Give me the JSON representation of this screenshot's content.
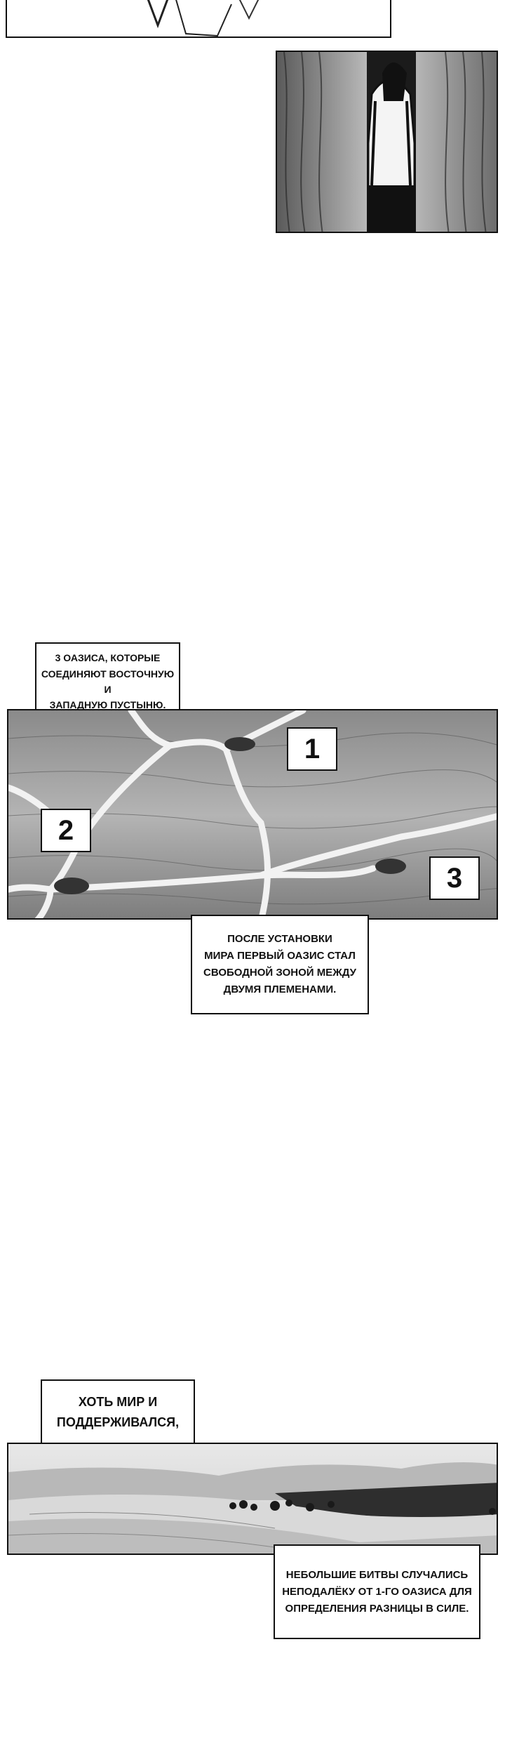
{
  "captions": {
    "oases_intro": "3 ОАЗИСА, КОТОРЫЕ\nСОЕДИНЯЮТ ВОСТОЧНУЮ И\nЗАПАДНУЮ ПУСТЫНЮ.",
    "first_oasis": "ПОСЛЕ УСТАНОВКИ\nМИРА ПЕРВЫЙ ОАЗИС СТАЛ\nСВОБОДНОЙ ЗОНОЙ МЕЖДУ\nДВУМЯ ПЛЕМЕНАМИ.",
    "peace": "ХОТЬ МИР И\nПОДДЕРЖИВАЛСЯ,",
    "battles": "НЕБОЛЬШИЕ БИТВЫ СЛУЧАЛИСЬ\nНЕПОДАЛЁКУ ОТ 1-ГО ОАЗИСА ДЛЯ\nОПРЕДЕЛЕНИЯ РАЗНИЦЫ В СИЛЕ."
  },
  "map_markers": {
    "oasis_1": "1",
    "oasis_2": "2",
    "oasis_3": "3"
  }
}
